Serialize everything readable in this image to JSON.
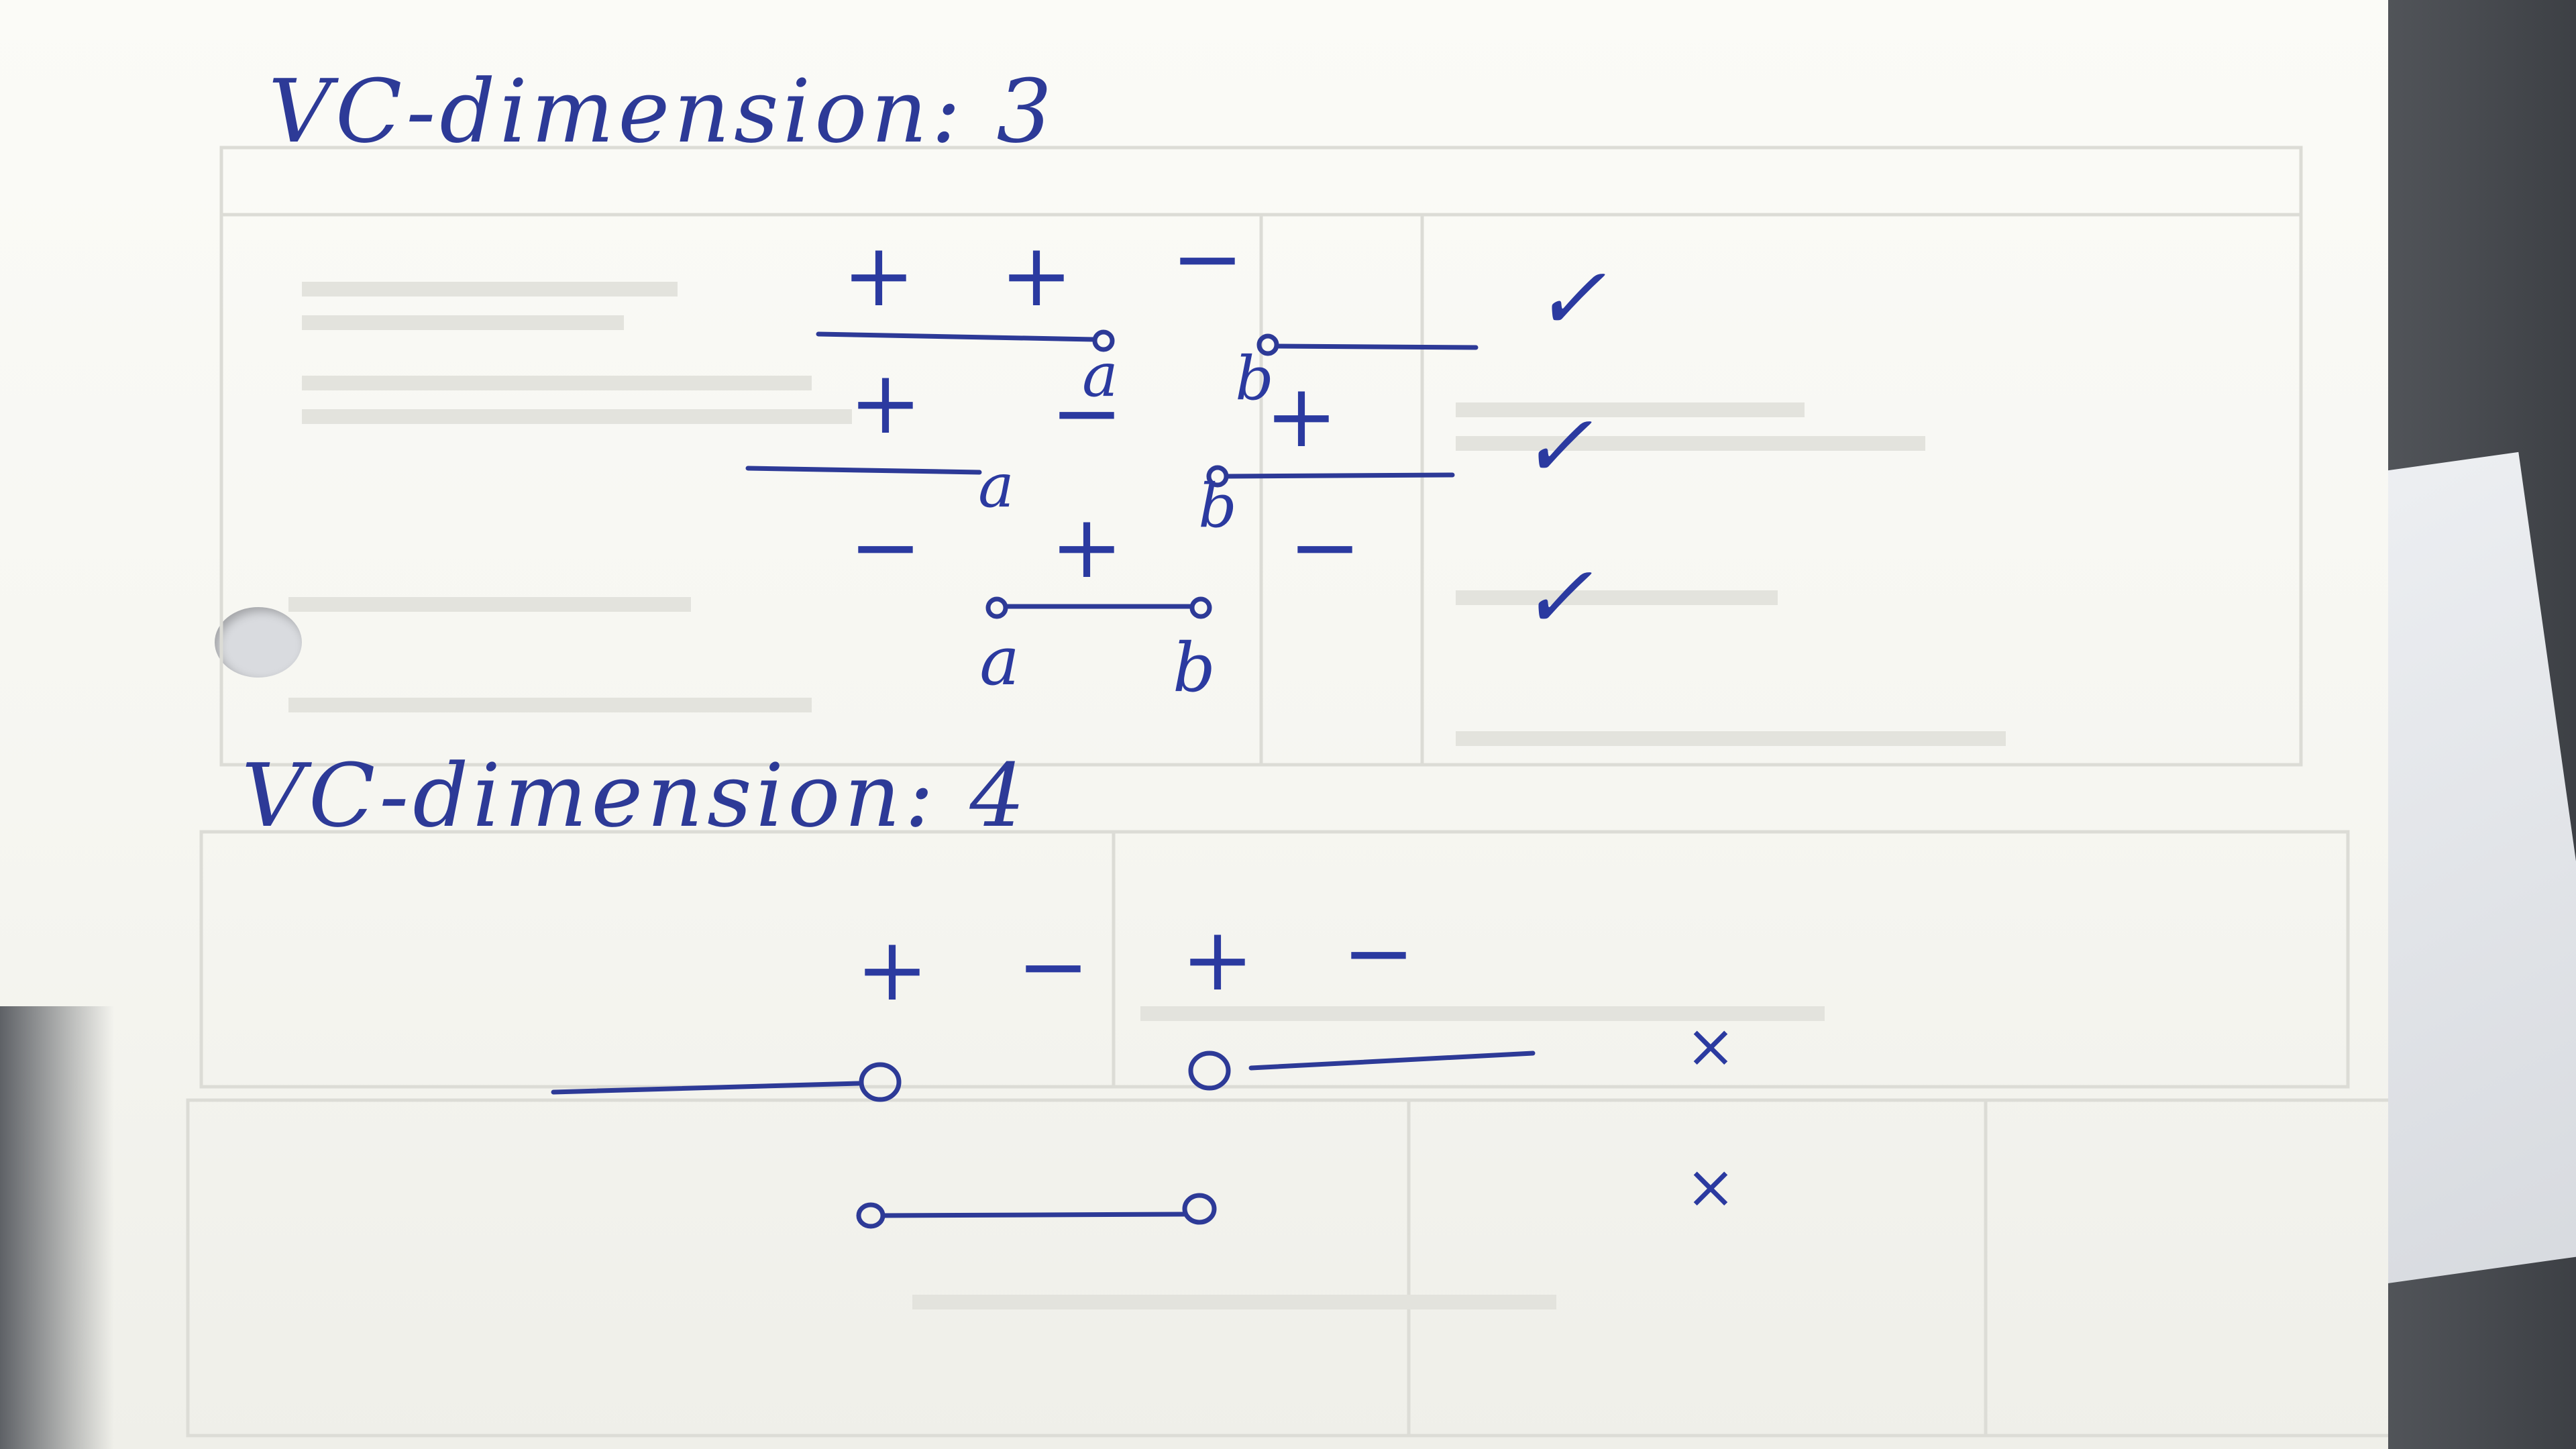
{
  "heading_vc3": "VC-dimension: 3",
  "heading_vc4": "VC-dimension: 4",
  "row1": {
    "signs": [
      "+",
      "+",
      "−"
    ],
    "left_label": "a",
    "right_label": "b",
    "mark": "✓"
  },
  "row2": {
    "signs": [
      "+",
      "−",
      "+"
    ],
    "left_label": "a",
    "right_label": "b",
    "mark": "✓"
  },
  "row3": {
    "signs": [
      "−",
      "+",
      "−"
    ],
    "left_label": "a",
    "right_label": "b",
    "mark": "✓"
  },
  "row4": {
    "signs": [
      "+",
      "−",
      "+",
      "−"
    ],
    "mark": "×"
  },
  "row5": {
    "mark": "×"
  },
  "colors": {
    "ink": "#2d3a97",
    "paper": "#f8f8f3",
    "background": "#4a4d52"
  }
}
